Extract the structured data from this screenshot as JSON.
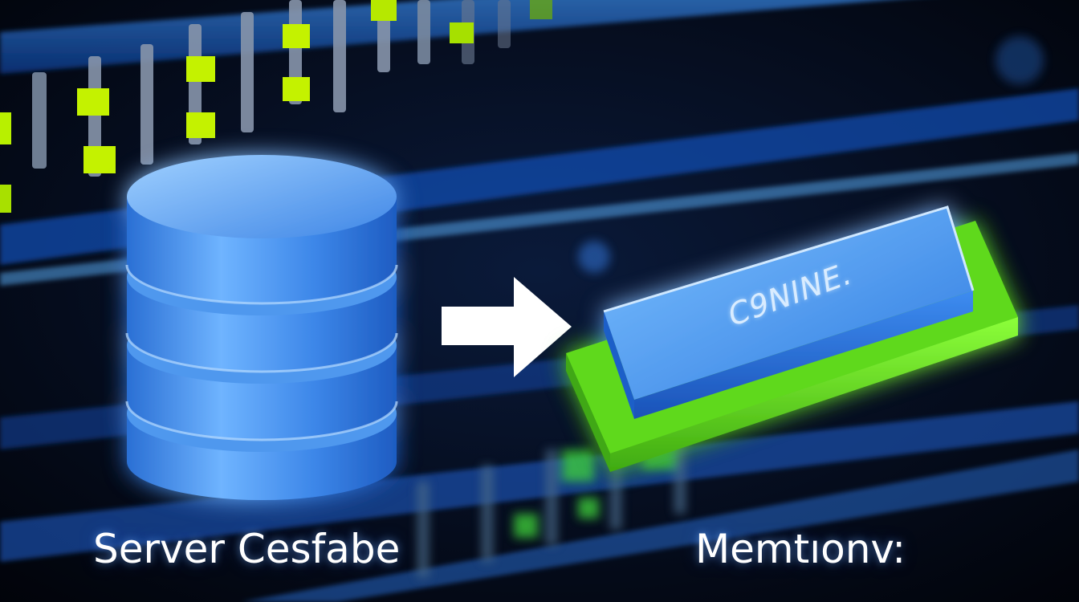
{
  "labels": {
    "left": "Server Cesfabe",
    "right": "Memtıonv:",
    "chip": "C9NINE."
  },
  "icons": {
    "left": "database-icon",
    "middle": "arrow-right-icon",
    "right": "memory-chip-icon"
  },
  "colors": {
    "background": "#02060f",
    "rack_blue": "#1a5fd0",
    "led_green": "#b8f000",
    "database_blue": "#3f8fe6",
    "chip_blue": "#3a8ef0",
    "chip_base_green": "#67e21a",
    "text": "#ffffff"
  }
}
